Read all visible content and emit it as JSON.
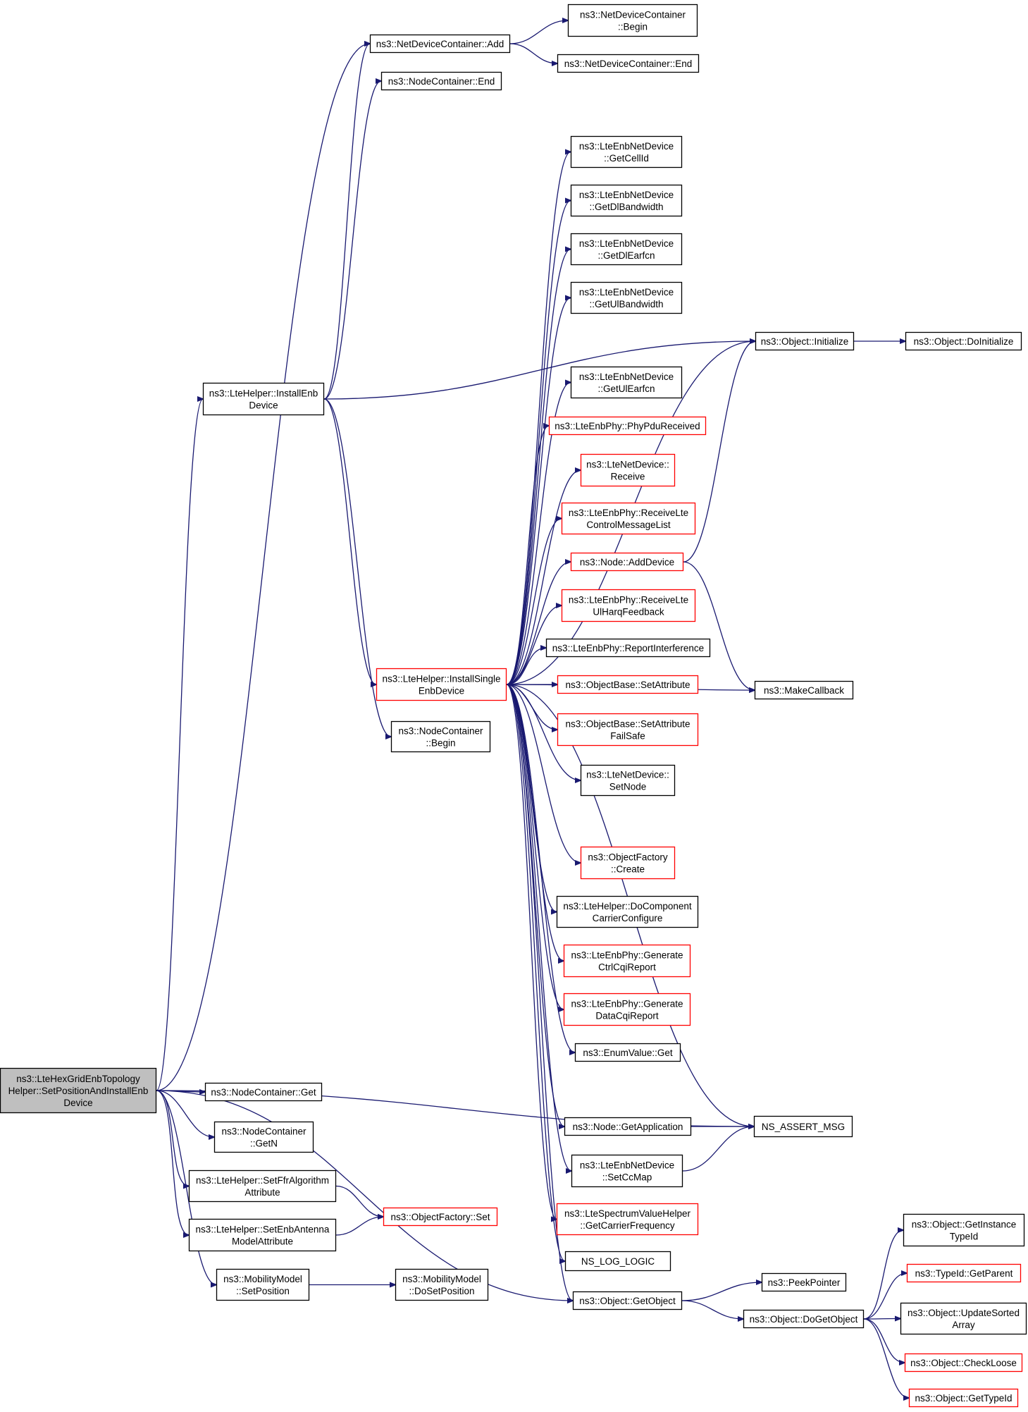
{
  "diagram": {
    "colors": {
      "edge": "#191970",
      "border_normal": "#000000",
      "border_incomplete": "#ff0000",
      "root_fill": "#bfbfbf"
    },
    "nodes": [
      {
        "id": "root",
        "label": [
          "ns3::LteHexGridEnbTopology",
          "Helper::SetPositionAndInstallEnb",
          "Device"
        ],
        "style": "root"
      },
      {
        "id": "ndc_add",
        "label": [
          "ns3::NetDeviceContainer::Add"
        ],
        "style": "normal"
      },
      {
        "id": "ndc_begin",
        "label": [
          "ns3::NetDeviceContainer",
          "::Begin"
        ],
        "style": "normal"
      },
      {
        "id": "ndc_end",
        "label": [
          "ns3::NetDeviceContainer::End"
        ],
        "style": "normal"
      },
      {
        "id": "nc_end",
        "label": [
          "ns3::NodeContainer::End"
        ],
        "style": "normal"
      },
      {
        "id": "getcellid",
        "label": [
          "ns3::LteEnbNetDevice",
          "::GetCellId"
        ],
        "style": "normal"
      },
      {
        "id": "getdlbw",
        "label": [
          "ns3::LteEnbNetDevice",
          "::GetDlBandwidth"
        ],
        "style": "normal"
      },
      {
        "id": "getdlearfcn",
        "label": [
          "ns3::LteEnbNetDevice",
          "::GetDlEarfcn"
        ],
        "style": "normal"
      },
      {
        "id": "getulbw",
        "label": [
          "ns3::LteEnbNetDevice",
          "::GetUlBandwidth"
        ],
        "style": "normal"
      },
      {
        "id": "obj_init",
        "label": [
          "ns3::Object::Initialize"
        ],
        "style": "normal"
      },
      {
        "id": "obj_doinit",
        "label": [
          "ns3::Object::DoInitialize"
        ],
        "style": "normal"
      },
      {
        "id": "installenb",
        "label": [
          "ns3::LteHelper::InstallEnb",
          "Device"
        ],
        "style": "normal"
      },
      {
        "id": "getulearfcn",
        "label": [
          "ns3::LteEnbNetDevice",
          "::GetUlEarfcn"
        ],
        "style": "normal"
      },
      {
        "id": "phypdu",
        "label": [
          "ns3::LteEnbPhy::PhyPduReceived"
        ],
        "style": "red"
      },
      {
        "id": "ltend_receive",
        "label": [
          "ns3::LteNetDevice::",
          "Receive"
        ],
        "style": "red"
      },
      {
        "id": "rcvctrl",
        "label": [
          "ns3::LteEnbPhy::ReceiveLte",
          "ControlMessageList"
        ],
        "style": "red"
      },
      {
        "id": "node_adddev",
        "label": [
          "ns3::Node::AddDevice"
        ],
        "style": "red"
      },
      {
        "id": "rcvulharq",
        "label": [
          "ns3::LteEnbPhy::ReceiveLte",
          "UlHarqFeedback"
        ],
        "style": "red"
      },
      {
        "id": "reportint",
        "label": [
          "ns3::LteEnbPhy::ReportInterference"
        ],
        "style": "normal"
      },
      {
        "id": "installsingle",
        "label": [
          "ns3::LteHelper::InstallSingle",
          "EnbDevice"
        ],
        "style": "red"
      },
      {
        "id": "setattr",
        "label": [
          "ns3::ObjectBase::SetAttribute"
        ],
        "style": "red"
      },
      {
        "id": "makecb",
        "label": [
          "ns3::MakeCallback"
        ],
        "style": "normal"
      },
      {
        "id": "setattrfs",
        "label": [
          "ns3::ObjectBase::SetAttribute",
          "FailSafe"
        ],
        "style": "red"
      },
      {
        "id": "nc_begin",
        "label": [
          "ns3::NodeContainer",
          "::Begin"
        ],
        "style": "normal"
      },
      {
        "id": "ltend_setnode",
        "label": [
          "ns3::LteNetDevice::",
          "SetNode"
        ],
        "style": "normal"
      },
      {
        "id": "of_create",
        "label": [
          "ns3::ObjectFactory",
          "::Create"
        ],
        "style": "red"
      },
      {
        "id": "docc",
        "label": [
          "ns3::LteHelper::DoComponent",
          "CarrierConfigure"
        ],
        "style": "normal"
      },
      {
        "id": "genctrlcqi",
        "label": [
          "ns3::LteEnbPhy::Generate",
          "CtrlCqiReport"
        ],
        "style": "red"
      },
      {
        "id": "gendatacqi",
        "label": [
          "ns3::LteEnbPhy::Generate",
          "DataCqiReport"
        ],
        "style": "red"
      },
      {
        "id": "enumget",
        "label": [
          "ns3::EnumValue::Get"
        ],
        "style": "normal"
      },
      {
        "id": "nc_get",
        "label": [
          "ns3::NodeContainer::Get"
        ],
        "style": "normal"
      },
      {
        "id": "node_getapp",
        "label": [
          "ns3::Node::GetApplication"
        ],
        "style": "normal"
      },
      {
        "id": "assert",
        "label": [
          "NS_ASSERT_MSG"
        ],
        "style": "normal"
      },
      {
        "id": "nc_getn",
        "label": [
          "ns3::NodeContainer",
          "::GetN"
        ],
        "style": "normal"
      },
      {
        "id": "setccmap",
        "label": [
          "ns3::LteEnbNetDevice",
          "::SetCcMap"
        ],
        "style": "normal"
      },
      {
        "id": "setffr",
        "label": [
          "ns3::LteHelper::SetFfrAlgorithm",
          "Attribute"
        ],
        "style": "normal"
      },
      {
        "id": "of_set",
        "label": [
          "ns3::ObjectFactory::Set"
        ],
        "style": "red"
      },
      {
        "id": "setenbant",
        "label": [
          "ns3::LteHelper::SetEnbAntenna",
          "ModelAttribute"
        ],
        "style": "normal"
      },
      {
        "id": "getcarrier",
        "label": [
          "ns3::LteSpectrumValueHelper",
          "::GetCarrierFrequency"
        ],
        "style": "red"
      },
      {
        "id": "getinsttypeid",
        "label": [
          "ns3::Object::GetInstance",
          "TypeId"
        ],
        "style": "normal"
      },
      {
        "id": "nslog",
        "label": [
          "NS_LOG_LOGIC"
        ],
        "style": "normal"
      },
      {
        "id": "typeid_parent",
        "label": [
          "ns3::TypeId::GetParent"
        ],
        "style": "red"
      },
      {
        "id": "mm_setpos",
        "label": [
          "ns3::MobilityModel",
          "::SetPosition"
        ],
        "style": "normal"
      },
      {
        "id": "mm_dosetpos",
        "label": [
          "ns3::MobilityModel",
          "::DoSetPosition"
        ],
        "style": "normal"
      },
      {
        "id": "peekptr",
        "label": [
          "ns3::PeekPointer"
        ],
        "style": "normal"
      },
      {
        "id": "obj_getobj",
        "label": [
          "ns3::Object::GetObject"
        ],
        "style": "normal"
      },
      {
        "id": "obj_dogetobj",
        "label": [
          "ns3::Object::DoGetObject"
        ],
        "style": "normal"
      },
      {
        "id": "updsorted",
        "label": [
          "ns3::Object::UpdateSorted",
          "Array"
        ],
        "style": "normal"
      },
      {
        "id": "checkloose",
        "label": [
          "ns3::Object::CheckLoose"
        ],
        "style": "red"
      },
      {
        "id": "gettypeid",
        "label": [
          "ns3::Object::GetTypeId"
        ],
        "style": "red"
      }
    ],
    "edges": [
      [
        "root",
        "ndc_add"
      ],
      [
        "root",
        "installenb"
      ],
      [
        "root",
        "assert"
      ],
      [
        "root",
        "obj_getobj"
      ],
      [
        "root",
        "nc_get"
      ],
      [
        "root",
        "nc_getn"
      ],
      [
        "root",
        "setffr"
      ],
      [
        "root",
        "setenbant"
      ],
      [
        "root",
        "mm_setpos"
      ],
      [
        "ndc_add",
        "ndc_begin"
      ],
      [
        "ndc_add",
        "ndc_end"
      ],
      [
        "installenb",
        "ndc_add"
      ],
      [
        "installenb",
        "nc_end"
      ],
      [
        "installenb",
        "obj_init"
      ],
      [
        "installenb",
        "installsingle"
      ],
      [
        "installenb",
        "nc_begin"
      ],
      [
        "installsingle",
        "getcellid"
      ],
      [
        "installsingle",
        "getdlbw"
      ],
      [
        "installsingle",
        "getdlearfcn"
      ],
      [
        "installsingle",
        "getulbw"
      ],
      [
        "installsingle",
        "obj_init"
      ],
      [
        "installsingle",
        "getulearfcn"
      ],
      [
        "installsingle",
        "phypdu"
      ],
      [
        "installsingle",
        "ltend_receive"
      ],
      [
        "installsingle",
        "rcvctrl"
      ],
      [
        "installsingle",
        "node_adddev"
      ],
      [
        "installsingle",
        "rcvulharq"
      ],
      [
        "installsingle",
        "reportint"
      ],
      [
        "installsingle",
        "setattr"
      ],
      [
        "installsingle",
        "setattrfs"
      ],
      [
        "installsingle",
        "ltend_setnode"
      ],
      [
        "installsingle",
        "makecb"
      ],
      [
        "installsingle",
        "of_create"
      ],
      [
        "installsingle",
        "docc"
      ],
      [
        "installsingle",
        "genctrlcqi"
      ],
      [
        "installsingle",
        "gendatacqi"
      ],
      [
        "installsingle",
        "enumget"
      ],
      [
        "installsingle",
        "assert"
      ],
      [
        "installsingle",
        "node_getapp"
      ],
      [
        "installsingle",
        "setccmap"
      ],
      [
        "installsingle",
        "getcarrier"
      ],
      [
        "installsingle",
        "nslog"
      ],
      [
        "installsingle",
        "obj_getobj"
      ],
      [
        "obj_init",
        "obj_doinit"
      ],
      [
        "node_adddev",
        "obj_init"
      ],
      [
        "node_adddev",
        "makecb"
      ],
      [
        "node_getapp",
        "assert"
      ],
      [
        "setccmap",
        "assert"
      ],
      [
        "setffr",
        "of_set"
      ],
      [
        "setenbant",
        "of_set"
      ],
      [
        "mm_setpos",
        "mm_dosetpos"
      ],
      [
        "obj_getobj",
        "peekptr"
      ],
      [
        "obj_getobj",
        "obj_dogetobj"
      ],
      [
        "obj_dogetobj",
        "getinsttypeid"
      ],
      [
        "obj_dogetobj",
        "typeid_parent"
      ],
      [
        "obj_dogetobj",
        "updsorted"
      ],
      [
        "obj_dogetobj",
        "checkloose"
      ],
      [
        "obj_dogetobj",
        "gettypeid"
      ]
    ]
  }
}
